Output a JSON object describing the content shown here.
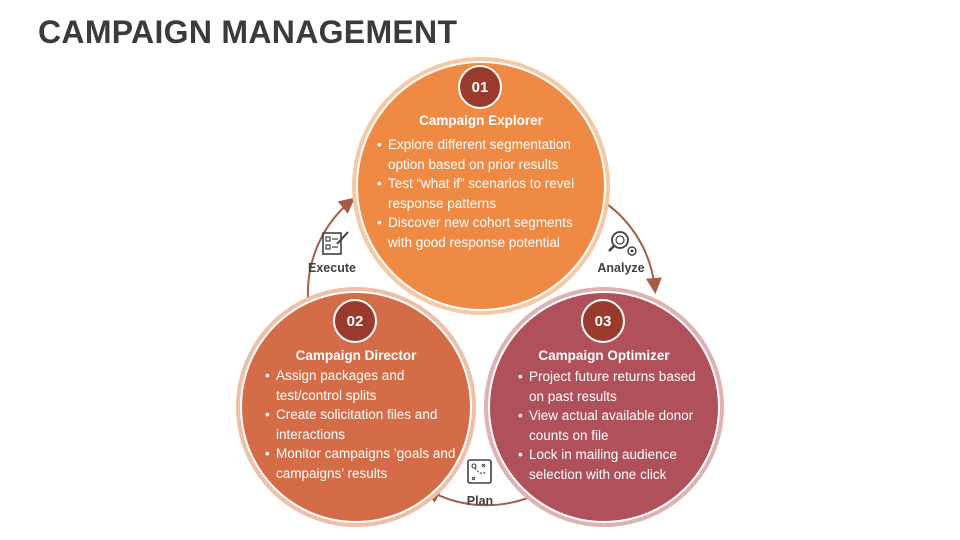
{
  "title": "CAMPAIGN MANAGEMENT",
  "colors": {
    "explorer": "#ee8a44",
    "director": "#d46d47",
    "optimizer": "#b0505a",
    "number_badge": "#9a3a2c",
    "arrow": "#a85a48"
  },
  "steps": [
    {
      "number": "01",
      "title": "Campaign Explorer",
      "bullets": [
        "Explore different segmentation option based on prior results",
        "Test “what if” scenarios to revel response patterns",
        "Discover new cohort segments with good response potential"
      ]
    },
    {
      "number": "02",
      "title": "Campaign Director",
      "bullets": [
        "Assign packages and test/control splits",
        "Create solicitation files and interactions",
        "Monitor campaigns ’goals and campaigns’ results"
      ]
    },
    {
      "number": "03",
      "title": "Campaign Optimizer",
      "bullets": [
        "Project future returns based on past results",
        "View actual available donor counts on file",
        "Lock in mailing audience selection with one click"
      ]
    }
  ],
  "connectors": [
    {
      "label": "Execute",
      "icon": "checklist-icon"
    },
    {
      "label": "Analyze",
      "icon": "magnifier-gear-icon"
    },
    {
      "label": "Plan",
      "icon": "strategy-board-icon"
    }
  ]
}
